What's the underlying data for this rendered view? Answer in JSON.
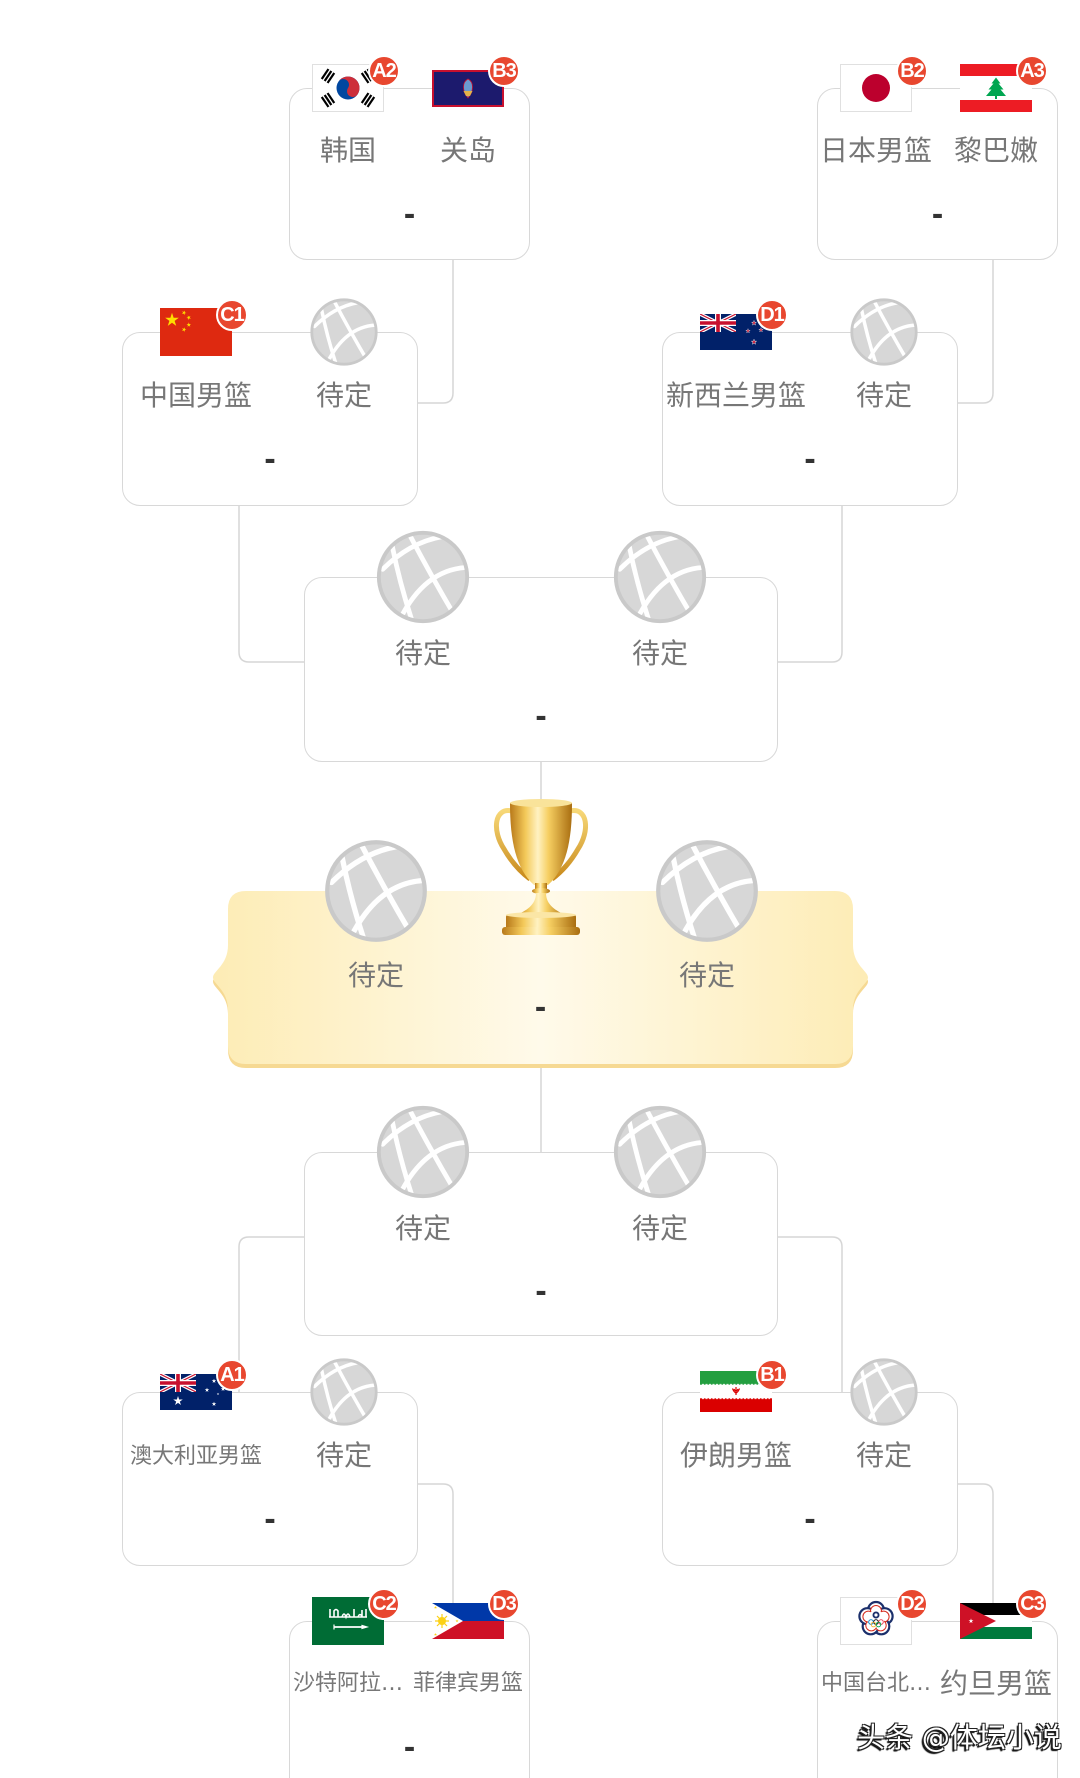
{
  "theme": {
    "seed_badge_color": "#e8472f",
    "card_border_color": "#d8d8d8",
    "team_name_color": "#777777",
    "score_color": "#333333",
    "final_banner_color": "#fdf0c2",
    "connector_color": "#d6d6d6",
    "trophy_color": "#e8b23a"
  },
  "bracket": {
    "r1_top_left": {
      "home": {
        "name": "韩国",
        "seed": "A2",
        "icon": "south-korea-flag"
      },
      "away": {
        "name": "关岛",
        "seed": "B3",
        "icon": "guam-flag"
      },
      "score": "-"
    },
    "r1_top_right": {
      "home": {
        "name": "日本男篮",
        "seed": "B2",
        "icon": "japan-flag"
      },
      "away": {
        "name": "黎巴嫩",
        "seed": "A3",
        "icon": "lebanon-flag"
      },
      "score": "-"
    },
    "qf_top_left": {
      "home": {
        "name": "中国男篮",
        "seed": "C1",
        "icon": "china-flag"
      },
      "away": {
        "name": "待定",
        "icon": "basketball-placeholder"
      },
      "score": "-"
    },
    "qf_top_right": {
      "home": {
        "name": "新西兰男篮",
        "seed": "D1",
        "icon": "new-zealand-flag"
      },
      "away": {
        "name": "待定",
        "icon": "basketball-placeholder"
      },
      "score": "-"
    },
    "sf_top": {
      "home": {
        "name": "待定",
        "icon": "basketball-placeholder"
      },
      "away": {
        "name": "待定",
        "icon": "basketball-placeholder"
      },
      "score": "-"
    },
    "final": {
      "home": {
        "name": "待定",
        "icon": "basketball-placeholder"
      },
      "away": {
        "name": "待定",
        "icon": "basketball-placeholder"
      },
      "score": "-",
      "trophy_icon": "gold-trophy"
    },
    "sf_bottom": {
      "home": {
        "name": "待定",
        "icon": "basketball-placeholder"
      },
      "away": {
        "name": "待定",
        "icon": "basketball-placeholder"
      },
      "score": "-"
    },
    "qf_bottom_left": {
      "home": {
        "name": "澳大利亚男篮",
        "seed": "A1",
        "icon": "australia-flag"
      },
      "away": {
        "name": "待定",
        "icon": "basketball-placeholder"
      },
      "score": "-"
    },
    "qf_bottom_right": {
      "home": {
        "name": "伊朗男篮",
        "seed": "B1",
        "icon": "iran-flag"
      },
      "away": {
        "name": "待定",
        "icon": "basketball-placeholder"
      },
      "score": "-"
    },
    "r1_bottom_left": {
      "home": {
        "name": "沙特阿拉…",
        "seed": "C2",
        "icon": "saudi-arabia-flag"
      },
      "away": {
        "name": "菲律宾男篮",
        "seed": "D3",
        "icon": "philippines-flag"
      },
      "score": "-"
    },
    "r1_bottom_right": {
      "home": {
        "name": "中国台北…",
        "seed": "D2",
        "icon": "chinese-taipei-flag"
      },
      "away": {
        "name": "约旦男篮",
        "seed": "C3",
        "icon": "jordan-flag"
      },
      "score": "-"
    }
  },
  "watermark": {
    "text": "头条 @体坛小说"
  }
}
